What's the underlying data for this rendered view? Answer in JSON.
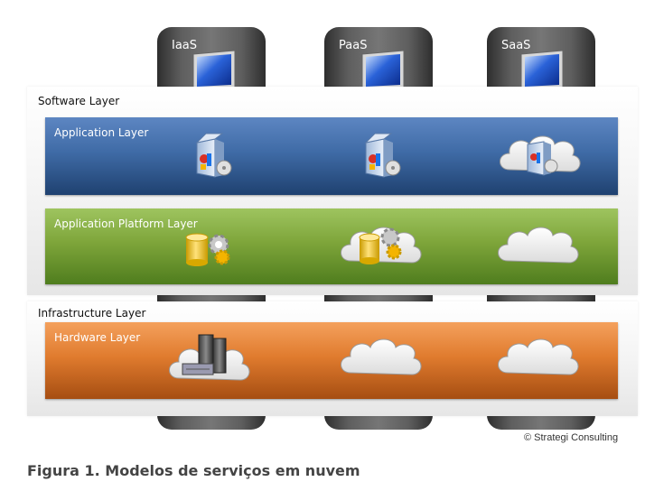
{
  "models": [
    {
      "name": "IaaS"
    },
    {
      "name": "PaaS"
    },
    {
      "name": "SaaS"
    }
  ],
  "bands": {
    "software": "Software Layer",
    "infrastructure": "Infrastructure Layer"
  },
  "layers": {
    "application": "Application Layer",
    "platform": "Application Platform Layer",
    "hardware": "Hardware Layer"
  },
  "icons": {
    "pillar_top": "monitor-icon",
    "application": [
      "software-box-icon",
      "software-box-icon",
      "cloud-software-box-icon"
    ],
    "platform": [
      "database-gear-icon",
      "cloud-database-gear-icon",
      "cloud-icon"
    ],
    "hardware": [
      "cloud-servers-icon",
      "cloud-icon",
      "cloud-icon"
    ]
  },
  "colors": {
    "application_layer": "#3f6ba6",
    "platform_layer": "#7ea53a",
    "hardware_layer": "#e07b2e",
    "pillar": "#5e5e5e"
  },
  "copyright": "© Strategi Consulting",
  "caption": "Figura 1. Modelos de serviços em nuvem"
}
